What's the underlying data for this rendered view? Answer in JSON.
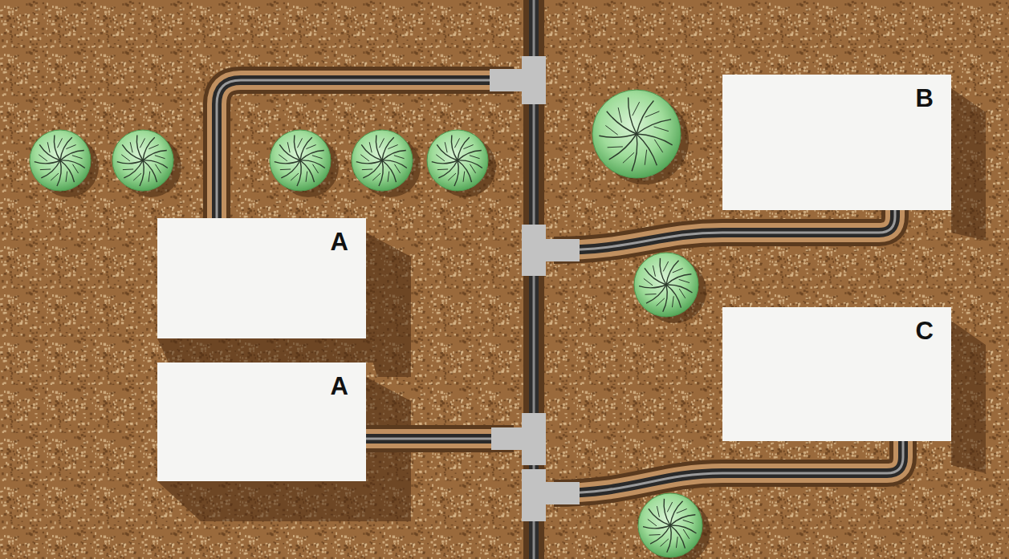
{
  "diagram": {
    "nodes": [
      {
        "text": [
          "A"
        ]
      },
      {
        "text": [
          "A"
        ]
      },
      {
        "text": [
          "B"
        ]
      },
      {
        "text": [
          "C"
        ]
      }
    ]
  }
}
